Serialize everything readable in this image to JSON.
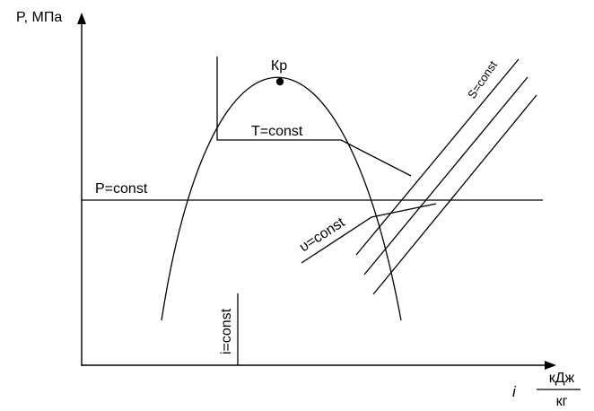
{
  "axes": {
    "y_label": "P, МПа",
    "x_symbol": "i",
    "x_unit_numerator": "кДж",
    "x_unit_denominator": "кг"
  },
  "labels": {
    "critical_point": "Кр",
    "isotherm": "T=const",
    "isobar": "P=const",
    "isochore": "υ=const",
    "isentrope": "S=const",
    "isenthalp": "i=const"
  }
}
